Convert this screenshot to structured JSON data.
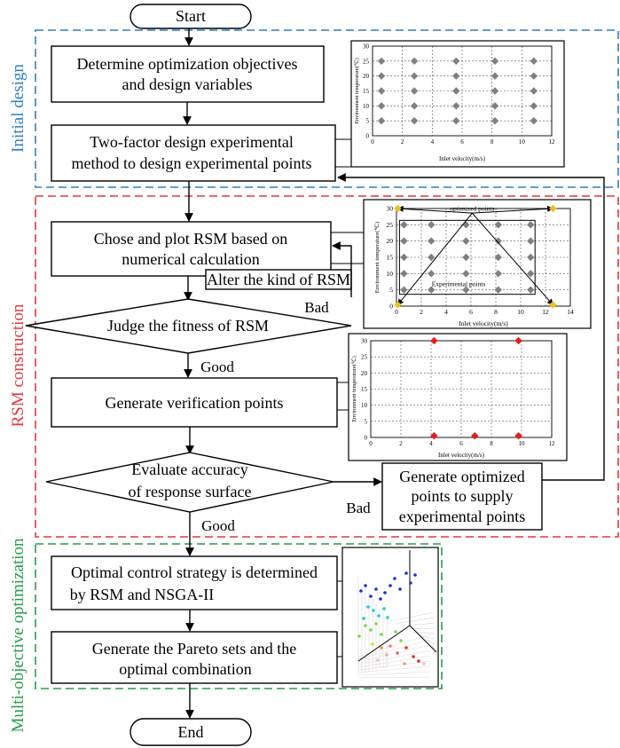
{
  "flow": {
    "start": "Start",
    "end": "End",
    "step_objectives_l1": "Determine optimization objectives",
    "step_objectives_l2": "and design variables",
    "step_two_factor_l1": "Two-factor design experimental",
    "step_two_factor_l2": "method to design experimental points",
    "step_rsm_l1": "Chose and plot RSM based on",
    "step_rsm_l2": "numerical calculation",
    "step_alter": "Alter the kind of RSM",
    "decision_fitness": "Judge the fitness of RSM",
    "label_bad_1": "Bad",
    "label_good_1": "Good",
    "step_verification": "Generate verification points",
    "decision_accuracy_l1": "Evaluate accuracy",
    "decision_accuracy_l2": "of response surface",
    "label_bad_2": "Bad",
    "label_good_2": "Good",
    "step_supply_l1": "Generate optimized",
    "step_supply_l2": "points to supply",
    "step_supply_l3": "experimental points",
    "step_strategy_l1": "Optimal control strategy is determined",
    "step_strategy_l2": "by RSM and NSGA-II",
    "step_pareto_l1": "Generate the Pareto sets and the",
    "step_pareto_l2": "optimal combination"
  },
  "sections": {
    "initial": "Initial design",
    "rsm": "RSM construction",
    "moo": "Multi-objective optimization"
  },
  "colors": {
    "initial": "#2f7fc4",
    "rsm": "#e0393b",
    "moo": "#22a044",
    "grid_point": "#808080",
    "optimized_point": "#f0c020",
    "verification_point": "#e02020"
  },
  "chart_data": [
    {
      "type": "scatter",
      "xlabel": "Inlet velocity(m/s)",
      "ylabel": "Environment temperature(℃)",
      "xlim": [
        0,
        12
      ],
      "ylim": [
        0,
        30
      ],
      "xticks": [
        0,
        2,
        4,
        6,
        8,
        10,
        12
      ],
      "yticks": [
        0,
        5,
        10,
        15,
        20,
        25,
        30
      ],
      "grid": true,
      "series": [
        {
          "x": [
            0.6,
            0.6,
            0.6,
            0.6,
            0.6,
            2.8,
            2.8,
            2.8,
            2.8,
            2.8,
            5.6,
            5.6,
            5.6,
            5.6,
            5.6,
            8.2,
            8.2,
            8.2,
            8.2,
            8.2,
            10.8,
            10.8,
            10.8,
            10.8,
            10.8
          ],
          "y": [
            5,
            10,
            15,
            20,
            25,
            5,
            10,
            15,
            20,
            25,
            5,
            10,
            15,
            20,
            25,
            5,
            10,
            15,
            20,
            25,
            5,
            10,
            15,
            20,
            25
          ]
        }
      ]
    },
    {
      "type": "scatter",
      "xlabel": "Inlet velocity(m/s)",
      "ylabel": "Environment temperature(℃)",
      "xlim": [
        0,
        14
      ],
      "ylim": [
        0,
        30
      ],
      "xticks": [
        0,
        2,
        4,
        6,
        8,
        10,
        12,
        14
      ],
      "yticks": [
        0,
        5,
        10,
        15,
        20,
        25,
        30
      ],
      "grid": true,
      "annotations": [
        "optimized points",
        "Experimental points"
      ],
      "series": [
        {
          "name": "Experimental points",
          "x": [
            0.6,
            0.6,
            0.6,
            0.6,
            0.6,
            2.8,
            2.8,
            2.8,
            2.8,
            2.8,
            5.6,
            5.6,
            5.6,
            5.6,
            5.6,
            8.2,
            8.2,
            8.2,
            8.2,
            8.2,
            10.8,
            10.8,
            10.8,
            10.8,
            10.8
          ],
          "y": [
            5,
            10,
            15,
            20,
            25,
            5,
            10,
            15,
            20,
            25,
            5,
            10,
            15,
            20,
            25,
            5,
            10,
            15,
            20,
            25,
            5,
            10,
            15,
            20,
            25
          ]
        },
        {
          "name": "optimized points",
          "x": [
            0.1,
            12.6,
            0.1,
            12.6
          ],
          "y": [
            30,
            30,
            0.4,
            0.4
          ]
        }
      ]
    },
    {
      "type": "scatter",
      "xlabel": "Inlet velocity(m/s)",
      "ylabel": "Environment temperature(℃)",
      "xlim": [
        0,
        12
      ],
      "ylim": [
        0,
        30
      ],
      "xticks": [
        0,
        2,
        4,
        6,
        8,
        10,
        12
      ],
      "yticks": [
        0,
        5,
        10,
        15,
        20,
        25,
        30
      ],
      "grid": true,
      "series": [
        {
          "x": [
            4.2,
            9.8,
            4.2,
            6.9,
            9.8
          ],
          "y": [
            30,
            30,
            0.5,
            0.5,
            0.5
          ]
        }
      ]
    }
  ]
}
